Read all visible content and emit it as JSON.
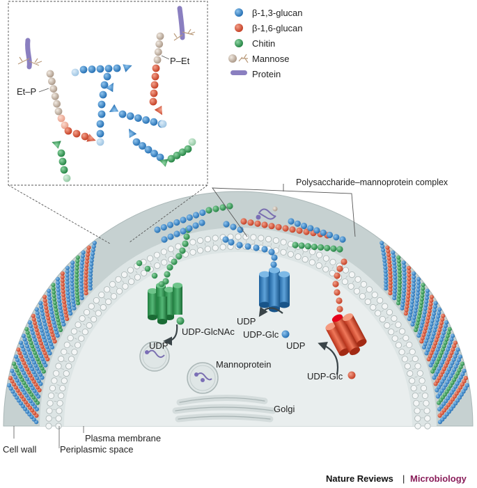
{
  "colors": {
    "beta13": "#2f82c6",
    "beta16": "#d9472b",
    "chitin": "#2b9a4f",
    "mannose": "#c8b8a8",
    "protein": "#8a7fc0",
    "cell_wall": "#c9d3d3",
    "interior": "#e6ecec",
    "brand": "#8a1e5a"
  },
  "legend": [
    {
      "label": "β-1,3-glucan",
      "icon": "blue-bead-icon"
    },
    {
      "label": "β-1,6-glucan",
      "icon": "red-bead-icon"
    },
    {
      "label": "Chitin",
      "icon": "green-bead-icon"
    },
    {
      "label": "Mannose",
      "icon": "mannose-bead-icon"
    },
    {
      "label": "Protein",
      "icon": "protein-rod-icon"
    }
  ],
  "inset": {
    "et_p_label": "Et–P",
    "p_et_label": "P–Et"
  },
  "labels": {
    "complex": "Polysaccharide–mannoprotein complex",
    "udp_glcnac": "UDP-GlcNAc",
    "udp_1": "UDP",
    "udp_2": "UDP",
    "udp_glc_1": "UDP-Glc",
    "udp_3": "UDP",
    "udp_glc_2": "UDP-Glc",
    "mannoprotein": "Mannoprotein",
    "golgi": "Golgi",
    "cell_wall": "Cell wall",
    "plasma_membrane": "Plasma membrane",
    "periplasmic_space": "Periplasmic space"
  },
  "credit": {
    "journal": "Nature Reviews",
    "separator": "|",
    "section": "Microbiology"
  }
}
